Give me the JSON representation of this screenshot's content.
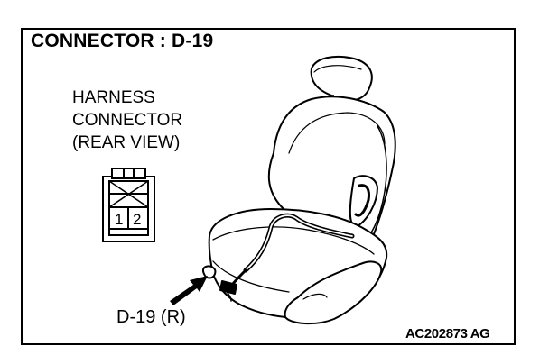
{
  "diagram": {
    "title": "CONNECTOR : D-19",
    "harness_label": {
      "line1": "HARNESS",
      "line2": "CONNECTOR",
      "line3": "(REAR VIEW)"
    },
    "connector_pins": [
      "1",
      "2"
    ],
    "callout_label": "D-19 (R)",
    "reference_code": "AC202873 AG"
  }
}
